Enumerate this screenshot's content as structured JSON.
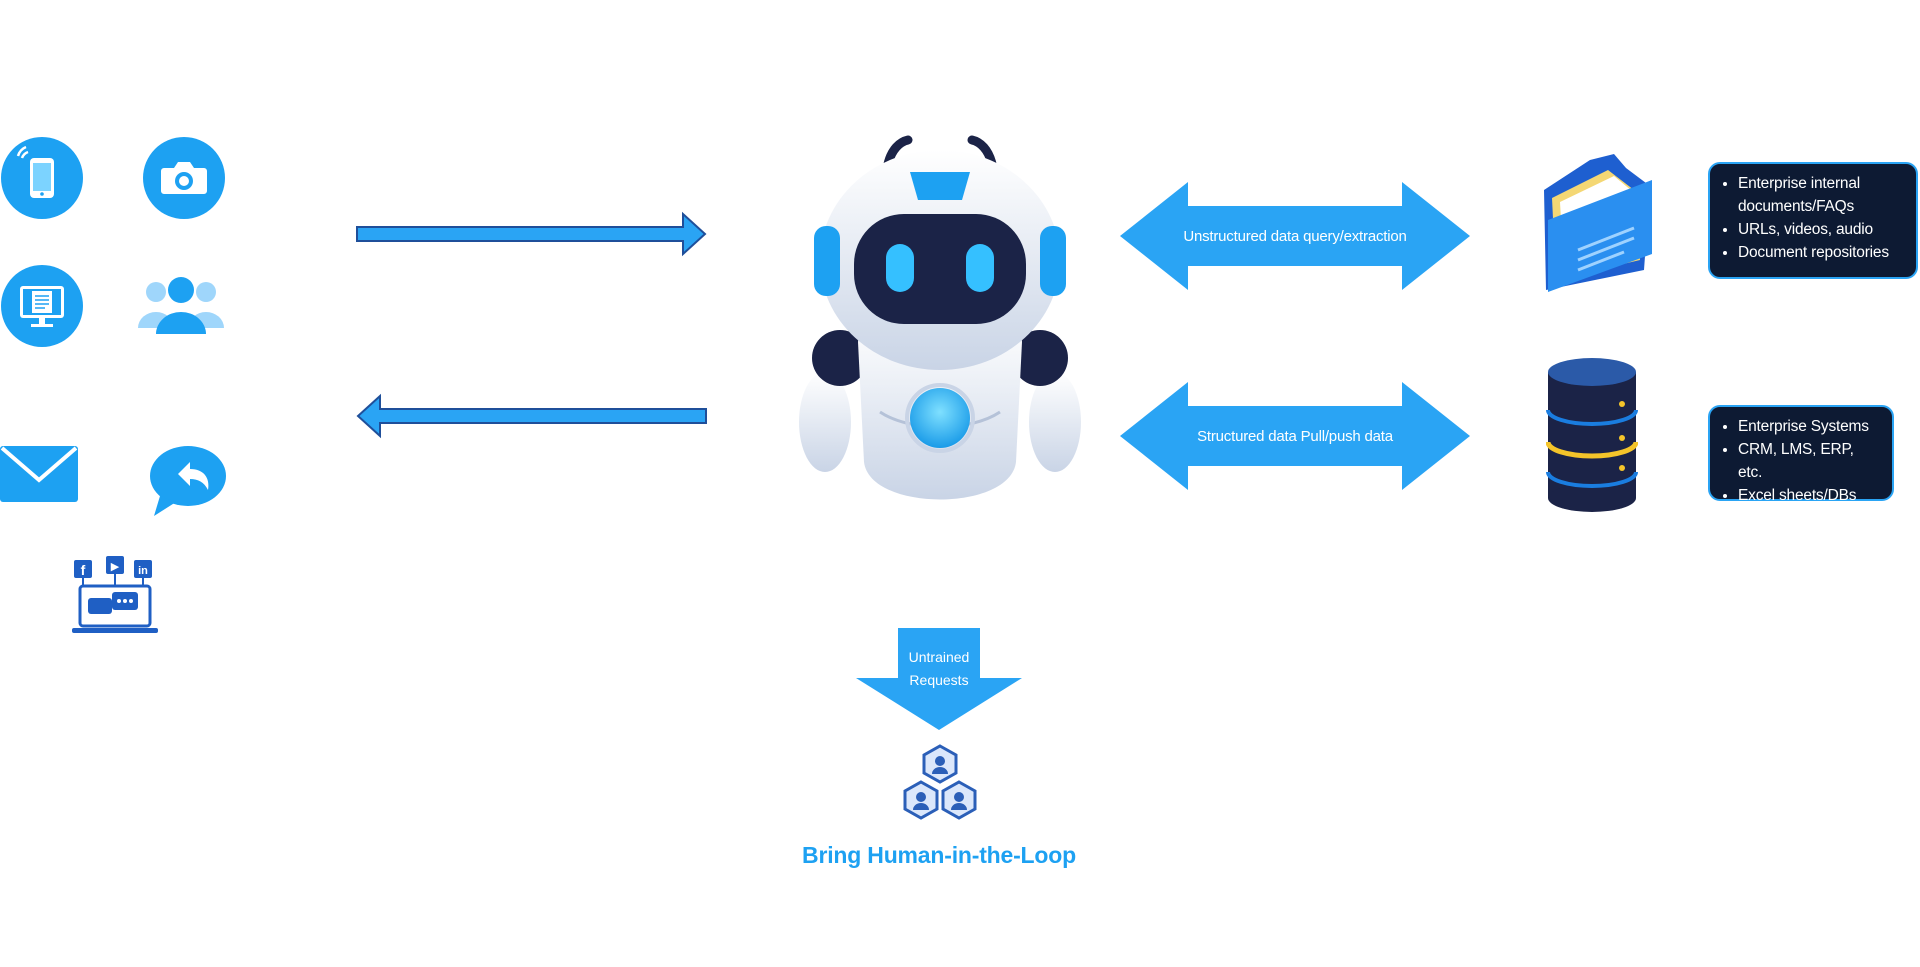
{
  "colors": {
    "primary_blue": "#1da1f2",
    "arrow_blue": "#2aa4f4",
    "dark_navy": "#0d1a33",
    "arrow_stroke": "#1f4f9a"
  },
  "channels": [
    {
      "icon": "mobile-phone-icon"
    },
    {
      "icon": "camera-icon"
    },
    {
      "icon": "desktop-document-icon"
    },
    {
      "icon": "users-group-icon"
    },
    {
      "icon": "email-envelope-icon"
    },
    {
      "icon": "reply-chat-icon"
    },
    {
      "icon": "social-media-laptop-icon"
    }
  ],
  "social_badges": [
    "f",
    "▶",
    "in"
  ],
  "arrows": {
    "unstructured": "Unstructured data query/extraction",
    "structured": "Structured data Pull/push data"
  },
  "boxes": {
    "documents": [
      "Enterprise internal documents/FAQs",
      "URLs, videos, audio",
      "Document repositories"
    ],
    "systems": [
      "Enterprise Systems",
      "CRM, LMS, ERP, etc.",
      "Excel sheets/DBs"
    ]
  },
  "untrained": {
    "line1": "Untrained",
    "line2": "Requests"
  },
  "human_loop": {
    "title": "Bring Human-in-the-Loop",
    "icon": "human-team-hexagon-icon"
  },
  "center": {
    "icon": "chatbot-robot-icon"
  },
  "resources": {
    "folder_icon": "folder-documents-icon",
    "database_icon": "database-server-icon"
  }
}
